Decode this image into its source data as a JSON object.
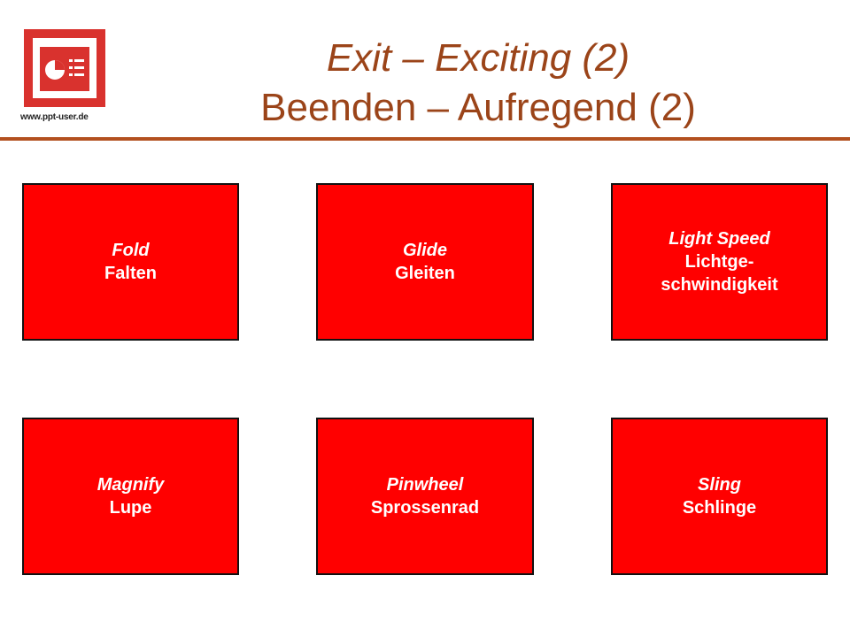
{
  "logo": {
    "url_text": "www.ppt-user.de",
    "icon": "powerpoint-document-icon",
    "accent": "#d9322e"
  },
  "title": {
    "line1": "Exit – Exciting (2)",
    "line2": "Beenden – Aufregend (2)",
    "color": "#9b4419"
  },
  "effects": [
    {
      "en": "Fold",
      "de": "Falten"
    },
    {
      "en": "Glide",
      "de": "Gleiten"
    },
    {
      "en": "Light Speed",
      "de": "Lichtge-\nschwindigkeit"
    },
    {
      "en": "Magnify",
      "de": "Lupe"
    },
    {
      "en": "Pinwheel",
      "de": "Sprossenrad"
    },
    {
      "en": "Sling",
      "de": "Schlinge"
    }
  ],
  "colors": {
    "box_fill": "#ff0000",
    "box_text": "#ffffff",
    "rule": "#b3501f"
  }
}
